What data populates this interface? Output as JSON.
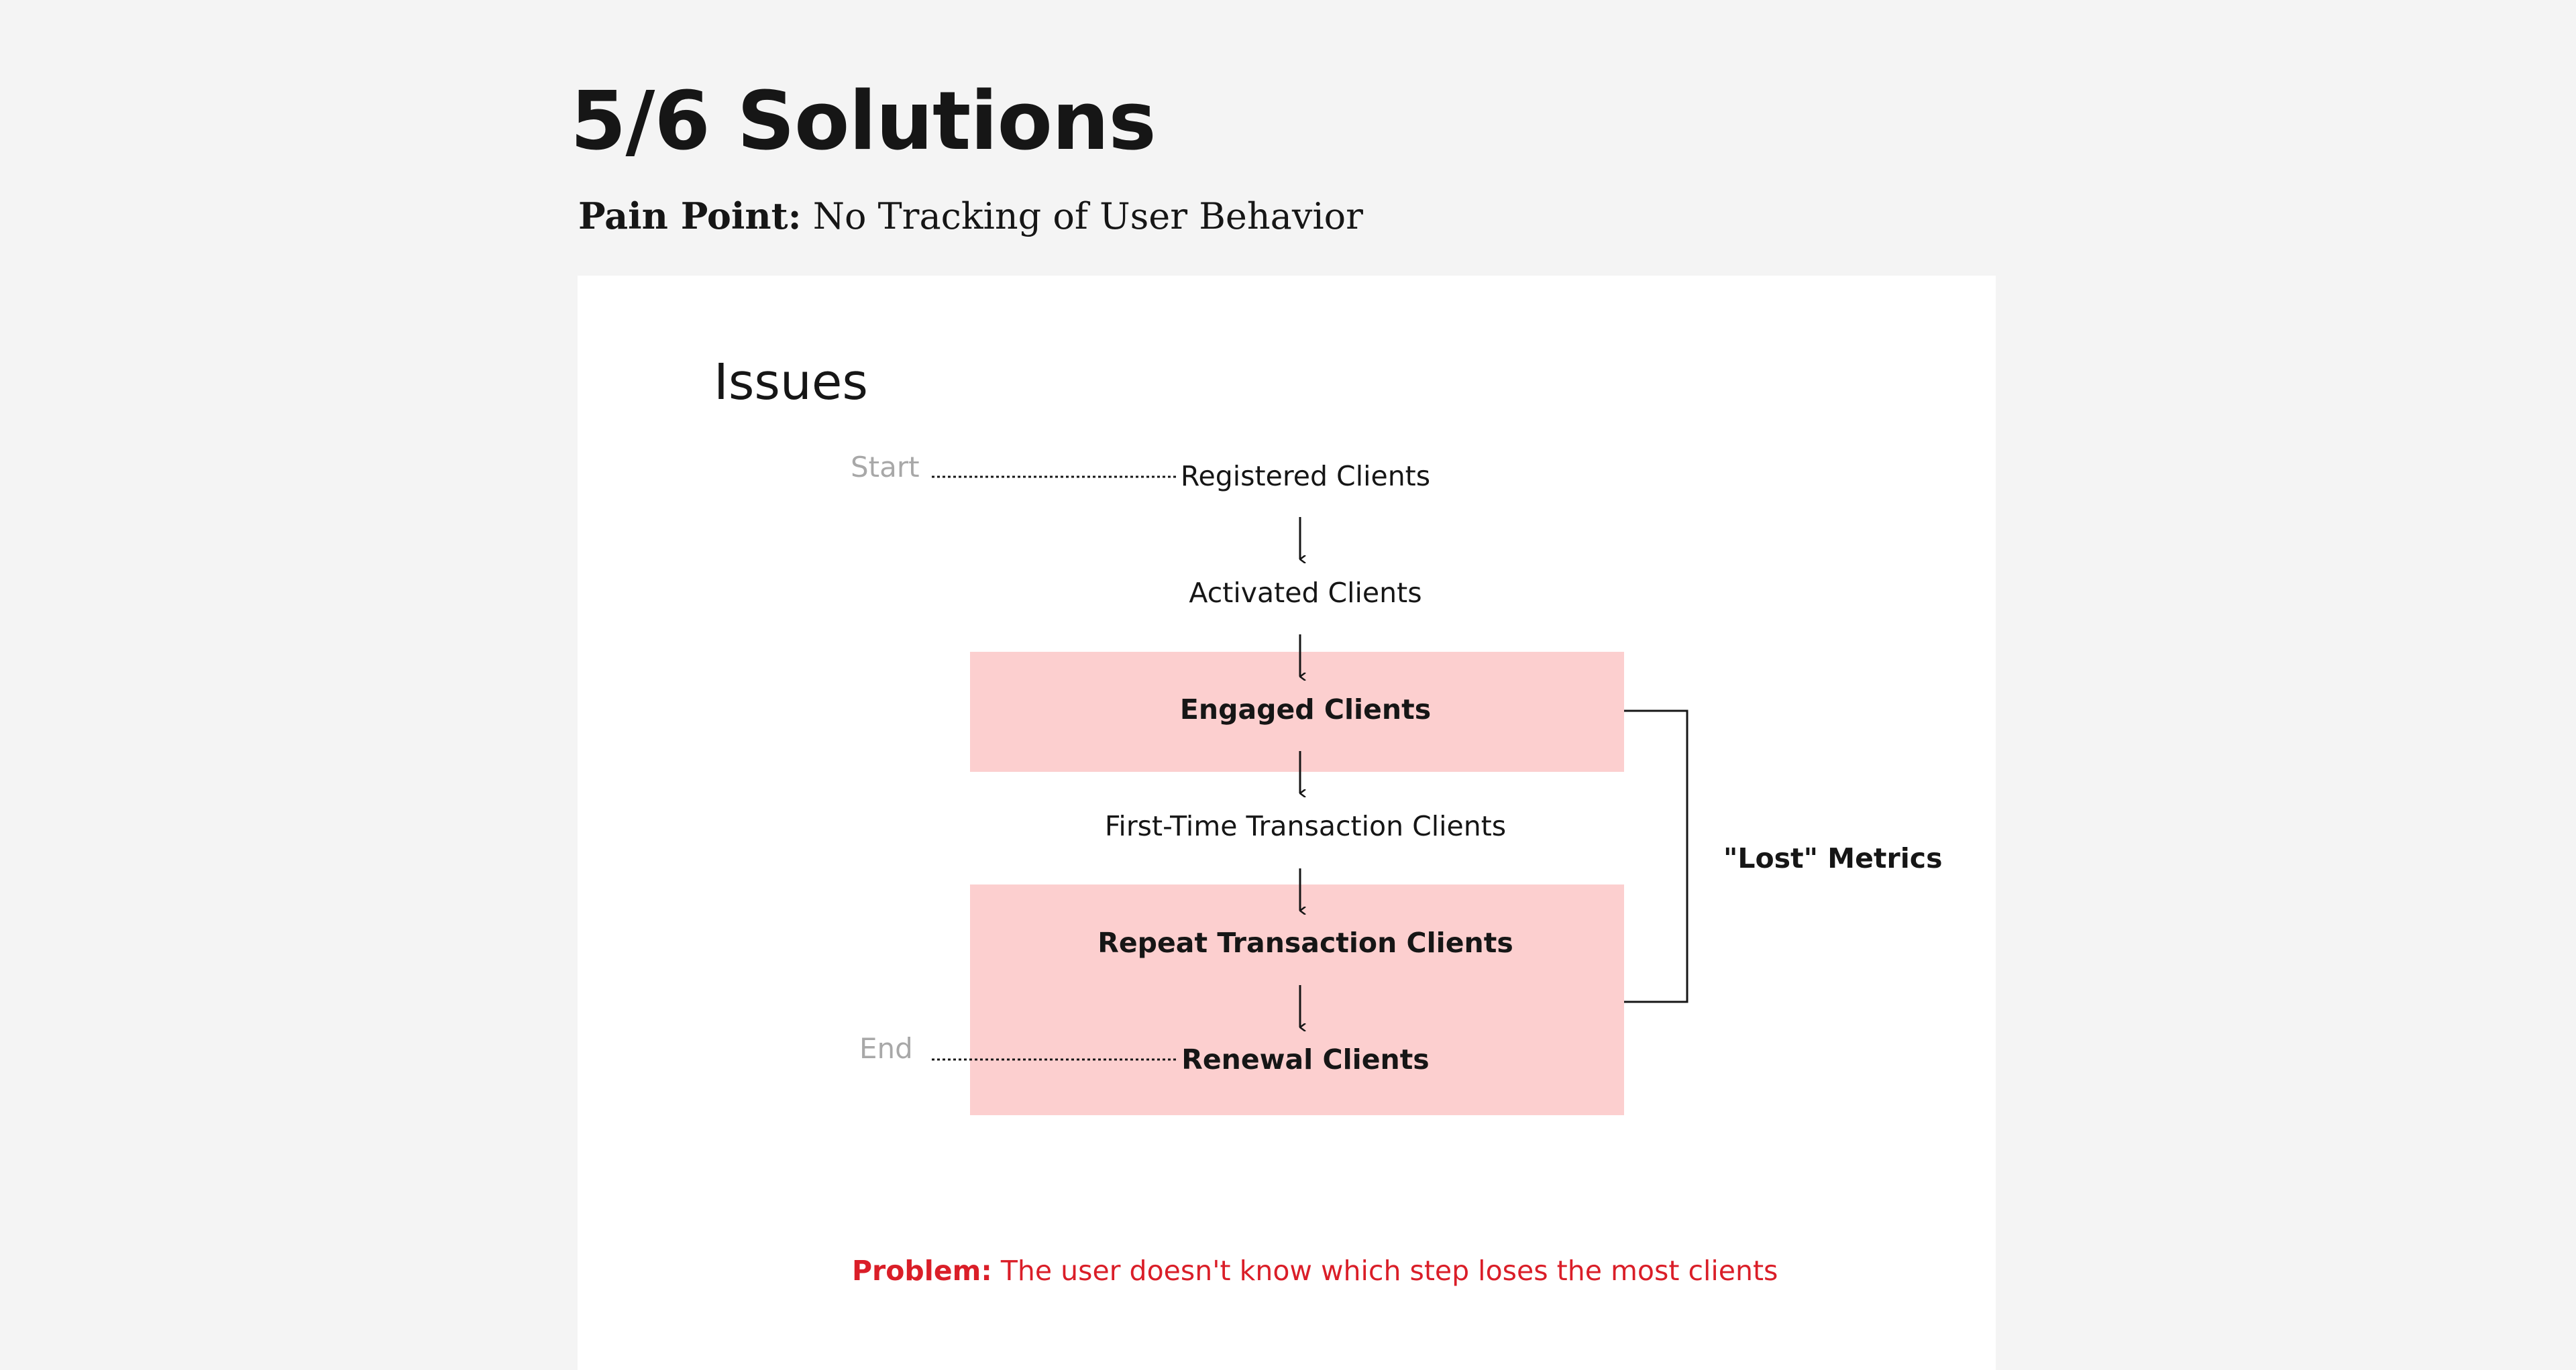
{
  "header": {
    "title": "5/6 Solutions",
    "pain_point_label": "Pain Point:",
    "pain_point_text": "No Tracking of User Behavior"
  },
  "diagram": {
    "heading": "Issues",
    "start_label": "Start",
    "end_label": "End",
    "steps": [
      {
        "label": "Registered Clients",
        "highlighted": false
      },
      {
        "label": "Activated Clients",
        "highlighted": false
      },
      {
        "label": "Engaged Clients",
        "highlighted": true
      },
      {
        "label": "First-Time Transaction Clients",
        "highlighted": false
      },
      {
        "label": "Repeat Transaction Clients",
        "highlighted": true
      },
      {
        "label": "Renewal Clients",
        "highlighted": true
      }
    ],
    "bracket_label": "\"Lost\" Metrics",
    "problem_label": "Problem:",
    "problem_text": "The user doesn't know which step loses the most clients"
  },
  "colors": {
    "highlight": "#fccfcf",
    "problem": "#da1e28",
    "muted": "#a8a8a8",
    "text": "#161616",
    "background": "#f4f4f4",
    "card": "#ffffff"
  }
}
